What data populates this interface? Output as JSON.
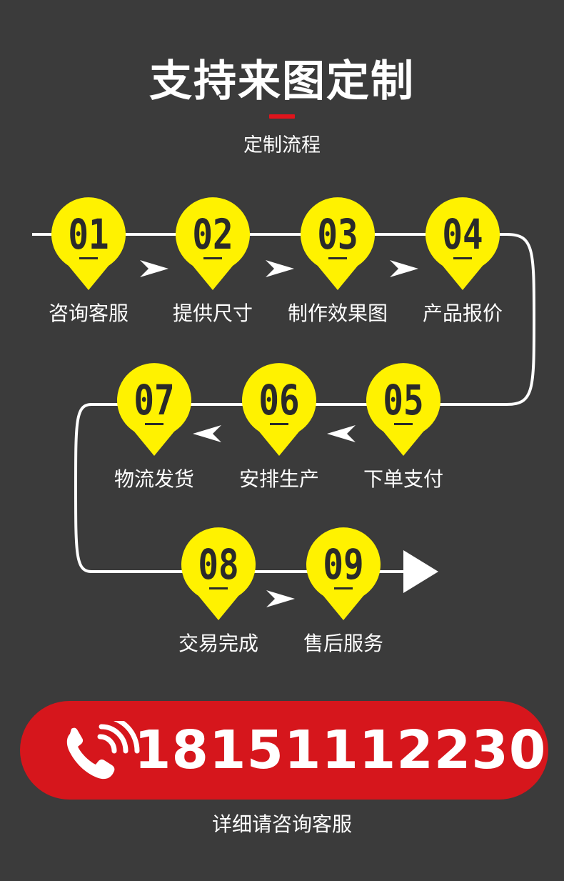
{
  "header": {
    "title": "支持来图定制",
    "subtitle": "定制流程"
  },
  "steps": [
    {
      "num": "01",
      "label": "咨询客服"
    },
    {
      "num": "02",
      "label": "提供尺寸"
    },
    {
      "num": "03",
      "label": "制作效果图"
    },
    {
      "num": "04",
      "label": "产品报价"
    },
    {
      "num": "05",
      "label": "下单支付"
    },
    {
      "num": "06",
      "label": "安排生产"
    },
    {
      "num": "07",
      "label": "物流发货"
    },
    {
      "num": "08",
      "label": "交易完成"
    },
    {
      "num": "09",
      "label": "售后服务"
    }
  ],
  "contact": {
    "phone": "18151112230",
    "note": "详细请咨询客服"
  },
  "colors": {
    "background": "#3b3b3b",
    "pin": "#fff200",
    "accent": "#d6161c",
    "text": "#ffffff"
  },
  "icons": {
    "pin": "map-pin-icon",
    "arrow": "chevron-arrow-icon",
    "phone": "phone-icon"
  }
}
